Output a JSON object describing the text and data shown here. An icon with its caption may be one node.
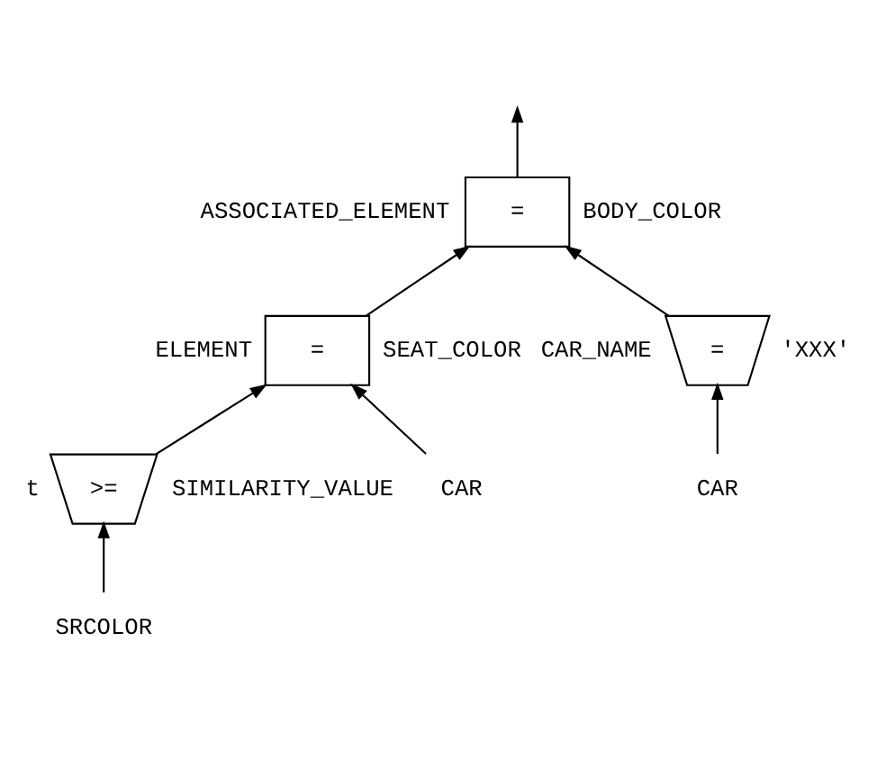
{
  "diagram": {
    "nodes": [
      {
        "text": [
          "="
        ],
        "beside": [
          "ASSOCIATED_ELEMENT",
          "BODY_COLOR"
        ]
      },
      {
        "text": [
          "="
        ],
        "beside": [
          "ELEMENT",
          "SEAT_COLOR"
        ]
      },
      {
        "text": [
          "="
        ],
        "beside": [
          "CAR_NAME",
          "'XXX'"
        ]
      },
      {
        "text": [
          ">="
        ],
        "beside": [
          "t",
          "SIMILARITY_VALUE"
        ]
      },
      {
        "text": [
          "CAR"
        ]
      },
      {
        "text": [
          "CAR"
        ]
      },
      {
        "text": [
          "SRCOLOR"
        ]
      }
    ],
    "edges": [
      {
        "from": 0,
        "to": null,
        "arrow": "to"
      },
      {
        "from": 1,
        "to": 0,
        "arrow": "to"
      },
      {
        "from": 2,
        "to": 0,
        "arrow": "to"
      },
      {
        "from": 3,
        "to": 1,
        "arrow": "to"
      },
      {
        "from": 4,
        "to": 1,
        "arrow": "to"
      },
      {
        "from": 5,
        "to": 2,
        "arrow": "to"
      },
      {
        "from": 6,
        "to": 3,
        "arrow": "to"
      }
    ]
  }
}
